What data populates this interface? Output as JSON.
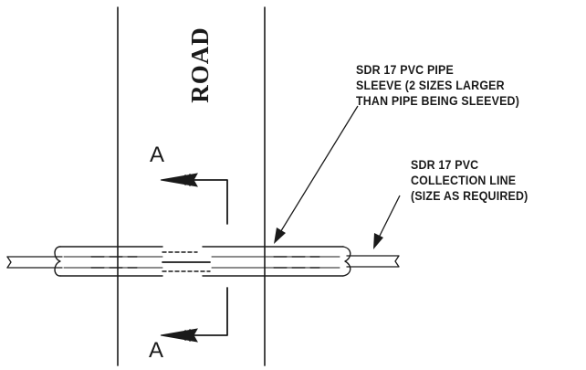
{
  "road": {
    "label": "ROAD"
  },
  "section_markers": {
    "top": "A",
    "bottom": "A"
  },
  "callouts": {
    "sleeve": {
      "lines": [
        "SDR 17 PVC PIPE",
        "SLEEVE (2 SIZES LARGER",
        "THAN PIPE BEING SLEEVED)"
      ]
    },
    "collection_line": {
      "lines": [
        "SDR 17 PVC",
        "COLLECTION LINE",
        "(SIZE AS REQUIRED)"
      ]
    }
  }
}
